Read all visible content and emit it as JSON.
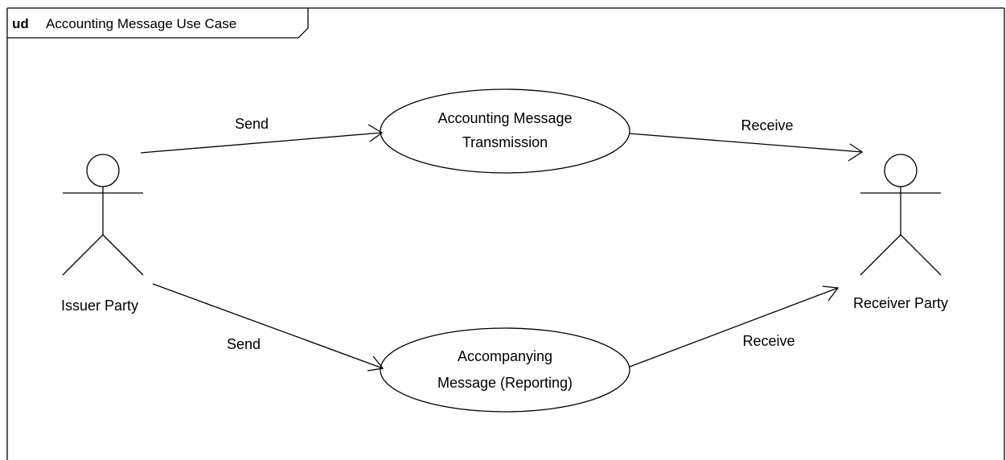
{
  "frame": {
    "keyword": "ud",
    "name": "Accounting Message Use Case"
  },
  "actors": {
    "issuer": "Issuer Party",
    "receiver": "Receiver Party"
  },
  "use_cases": {
    "transmission": {
      "line1": "Accounting Message",
      "line2": "Transmission"
    },
    "reporting": {
      "line1": "Accompanying",
      "line2": "Message (Reporting)"
    }
  },
  "associations": {
    "send_top": "Send",
    "receive_top": "Receive",
    "send_bottom": "Send",
    "receive_bottom": "Receive"
  }
}
